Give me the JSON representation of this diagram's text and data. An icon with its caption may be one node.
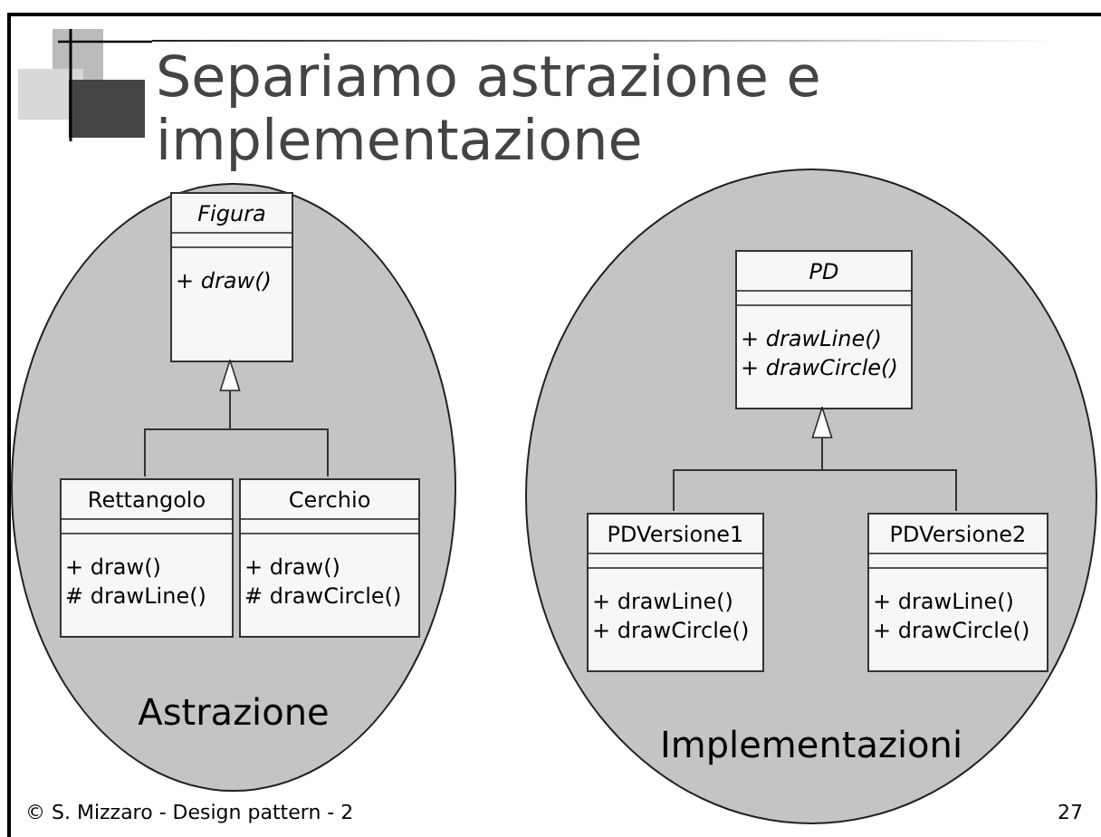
{
  "diagram": {
    "title": "Separiamo astrazione e implementazione",
    "nodes": [
      {
        "text": [
          "Astrazione"
        ]
      },
      {
        "text": [
          "Figura",
          "+ draw()"
        ],
        "in": 0
      },
      {
        "text": [
          "Rettangolo",
          "+ draw()",
          "# drawLine()"
        ],
        "in": 0
      },
      {
        "text": [
          "Cerchio",
          "+ draw()",
          "# drawCircle()"
        ],
        "in": 0
      },
      {
        "text": [
          "Implementazioni"
        ]
      },
      {
        "text": [
          "PD",
          "+ drawLine()",
          "+ drawCircle()"
        ],
        "in": 4
      },
      {
        "text": [
          "PDVersione1",
          "+ drawLine()",
          "+ drawCircle()"
        ],
        "in": 4
      },
      {
        "text": [
          "PDVersione2",
          "+ drawLine()",
          "+ drawCircle()"
        ],
        "in": 4
      }
    ],
    "edges": [
      {
        "from": 2,
        "to": 1,
        "arrow": "to"
      },
      {
        "from": 3,
        "to": 1,
        "arrow": "to"
      },
      {
        "from": 6,
        "to": 5,
        "arrow": "to"
      },
      {
        "from": 7,
        "to": 5,
        "arrow": "to"
      }
    ],
    "labels": [
      "© S. Mizzaro - Design pattern - 2",
      "27"
    ]
  }
}
